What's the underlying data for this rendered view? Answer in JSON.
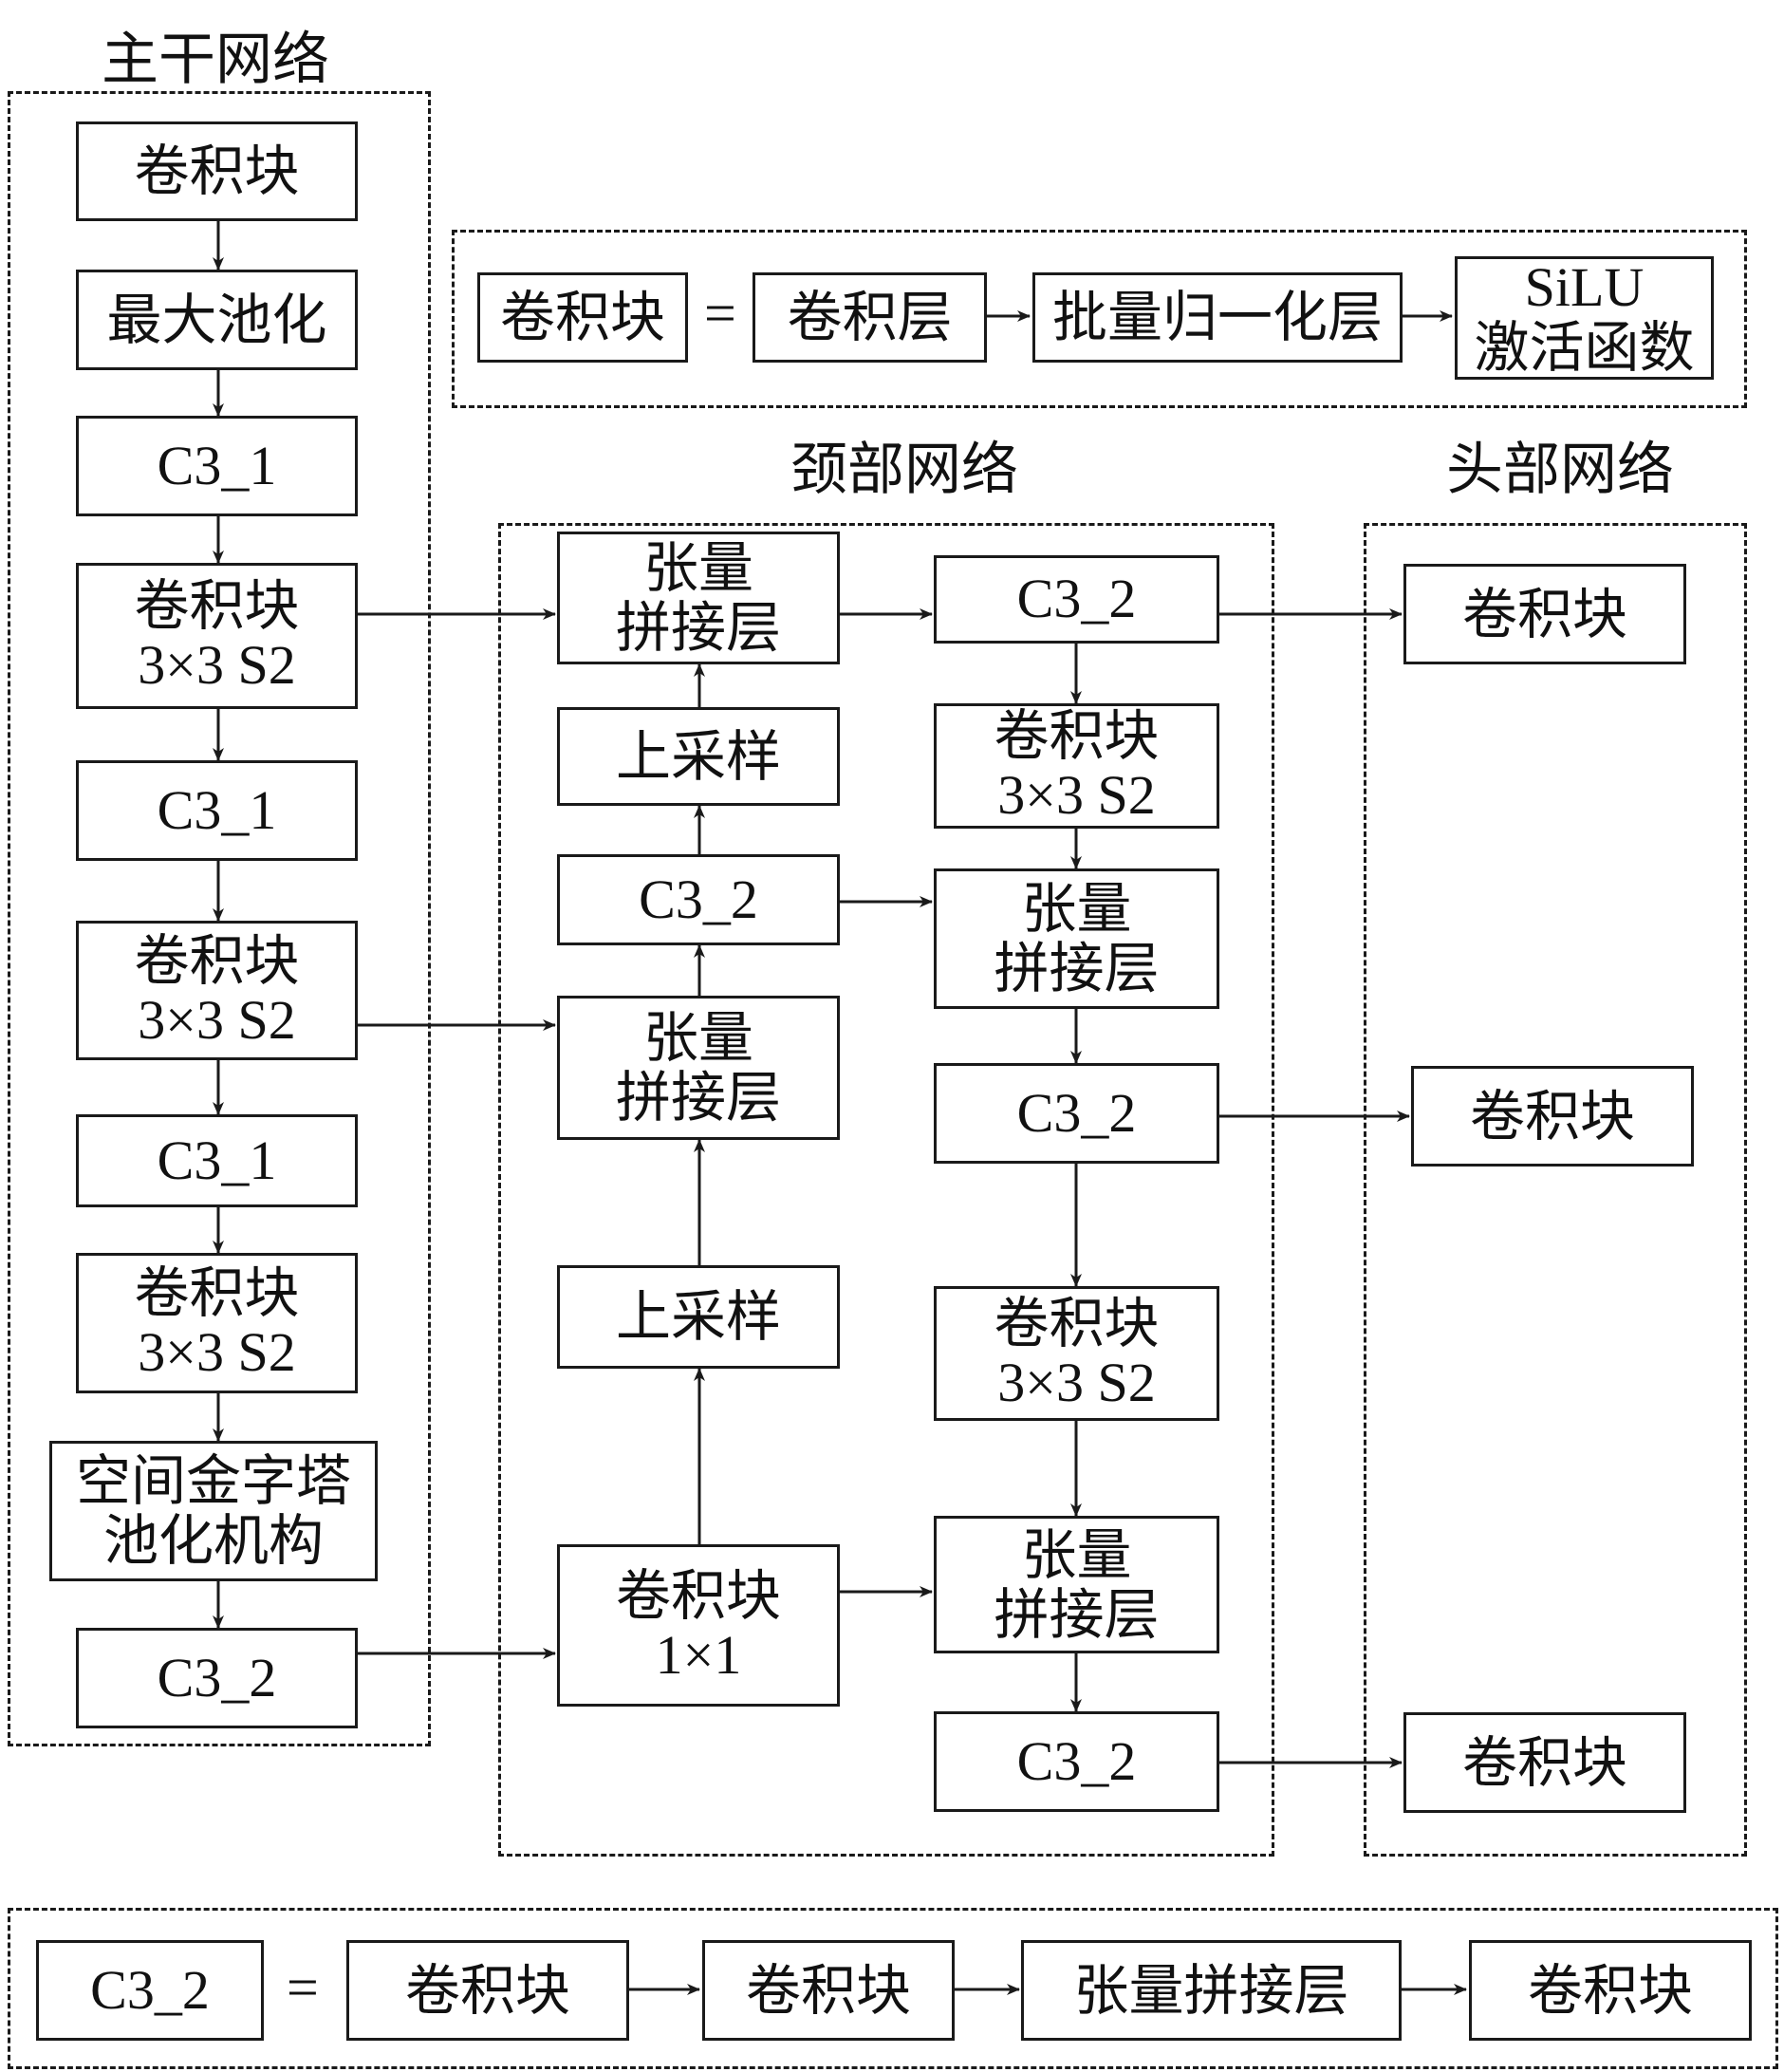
{
  "regions": {
    "backbone": "主干网络",
    "neck": "颈部网络",
    "head": "头部网络"
  },
  "backbone": {
    "b1": {
      "line1": "卷积块"
    },
    "b2": {
      "line1": "最大池化"
    },
    "b3": {
      "line1": "C3_1"
    },
    "b4": {
      "line1": "卷积块",
      "line2": "3×3 S2"
    },
    "b5": {
      "line1": "C3_1"
    },
    "b6": {
      "line1": "卷积块",
      "line2": "3×3 S2"
    },
    "b7": {
      "line1": "C3_1"
    },
    "b8": {
      "line1": "卷积块",
      "line2": "3×3 S2"
    },
    "b9": {
      "line1": "空间金字塔",
      "line2": "池化机构"
    },
    "b10": {
      "line1": "C3_2"
    }
  },
  "neck": {
    "n1": {
      "line1": "张量",
      "line2": "拼接层"
    },
    "n2": {
      "line1": "上采样"
    },
    "n3": {
      "line1": "C3_2"
    },
    "n4": {
      "line1": "张量",
      "line2": "拼接层"
    },
    "n5": {
      "line1": "上采样"
    },
    "n6": {
      "line1": "卷积块",
      "line2": "1×1"
    },
    "m1": {
      "line1": "C3_2"
    },
    "m2": {
      "line1": "卷积块",
      "line2": "3×3 S2"
    },
    "m3": {
      "line1": "张量",
      "line2": "拼接层"
    },
    "m4": {
      "line1": "C3_2"
    },
    "m5": {
      "line1": "卷积块",
      "line2": "3×3 S2"
    },
    "m6": {
      "line1": "张量",
      "line2": "拼接层"
    },
    "m7": {
      "line1": "C3_2"
    }
  },
  "head": {
    "h1": {
      "line1": "卷积块"
    },
    "h2": {
      "line1": "卷积块"
    },
    "h3": {
      "line1": "卷积块"
    }
  },
  "legend_conv": {
    "lhs": "卷积块",
    "eq": "=",
    "s1": "卷积层",
    "s2": "批量归一化层",
    "s3_line1": "SiLU",
    "s3_line2": "激活函数"
  },
  "legend_c3": {
    "lhs": "C3_2",
    "eq": "=",
    "s1": "卷积块",
    "s2": "卷积块",
    "s3": "张量拼接层",
    "s4": "卷积块"
  }
}
